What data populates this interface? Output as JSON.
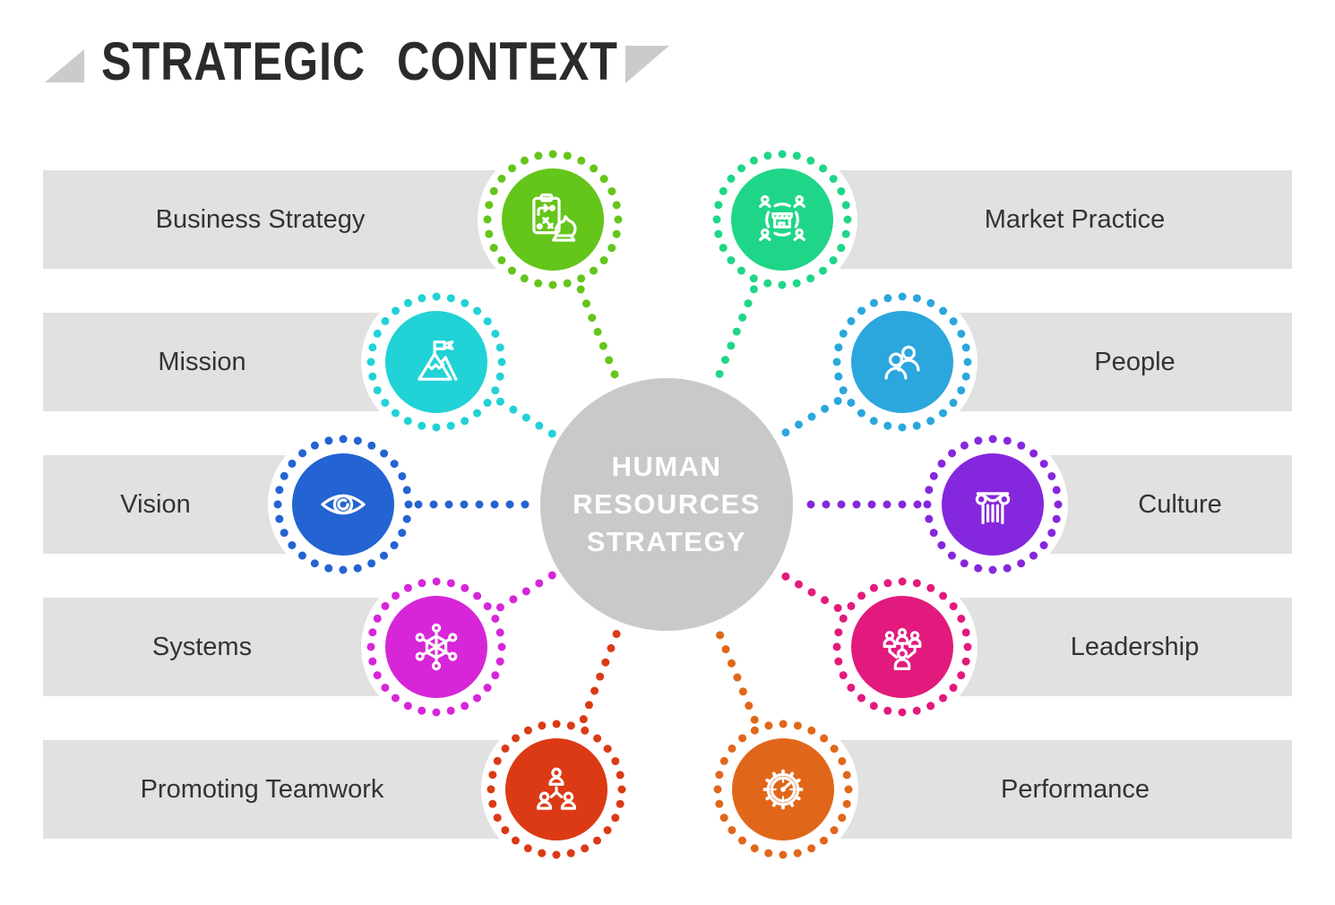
{
  "title": "STRATEGIC CONTEXT",
  "center": {
    "lines": [
      "HUMAN",
      "RESOURCES",
      "STRATEGY"
    ]
  },
  "items": [
    {
      "id": "business-strategy",
      "label": "Business Strategy",
      "color": "#64c51a",
      "icon": "strategy-clipboard-knight-icon",
      "side": "left",
      "row": 1
    },
    {
      "id": "market-practice",
      "label": "Market Practice",
      "color": "#1fd688",
      "icon": "store-network-icon",
      "side": "right",
      "row": 1
    },
    {
      "id": "mission",
      "label": "Mission",
      "color": "#21d2d6",
      "icon": "mountain-flag-icon",
      "side": "left",
      "row": 2
    },
    {
      "id": "people",
      "label": "People",
      "color": "#2ba7dd",
      "icon": "two-people-icon",
      "side": "right",
      "row": 2
    },
    {
      "id": "vision",
      "label": "Vision",
      "color": "#2363d2",
      "icon": "eye-icon",
      "side": "left",
      "row": 3
    },
    {
      "id": "culture",
      "label": "Culture",
      "color": "#8527dc",
      "icon": "greek-column-icon",
      "side": "right",
      "row": 3
    },
    {
      "id": "systems",
      "label": "Systems",
      "color": "#d626d8",
      "icon": "network-hexagon-icon",
      "side": "left",
      "row": 4
    },
    {
      "id": "leadership",
      "label": "Leadership",
      "color": "#e21a7d",
      "icon": "org-chart-icon",
      "side": "right",
      "row": 4
    },
    {
      "id": "promoting-teamwork",
      "label": "Promoting Teamwork",
      "color": "#dc3a15",
      "icon": "team-connection-icon",
      "side": "left",
      "row": 5
    },
    {
      "id": "performance",
      "label": "Performance",
      "color": "#e0671a",
      "icon": "gauge-gear-icon",
      "side": "right",
      "row": 5
    }
  ],
  "colors": {
    "background": "#ffffff",
    "bar_bg": "#e1e1e1",
    "bar_text": "#333333",
    "hub_bg": "#c9c9c9",
    "hub_text": "#ffffff",
    "title_text": "#2b2b2b",
    "triangle": "#cbcbcb"
  }
}
